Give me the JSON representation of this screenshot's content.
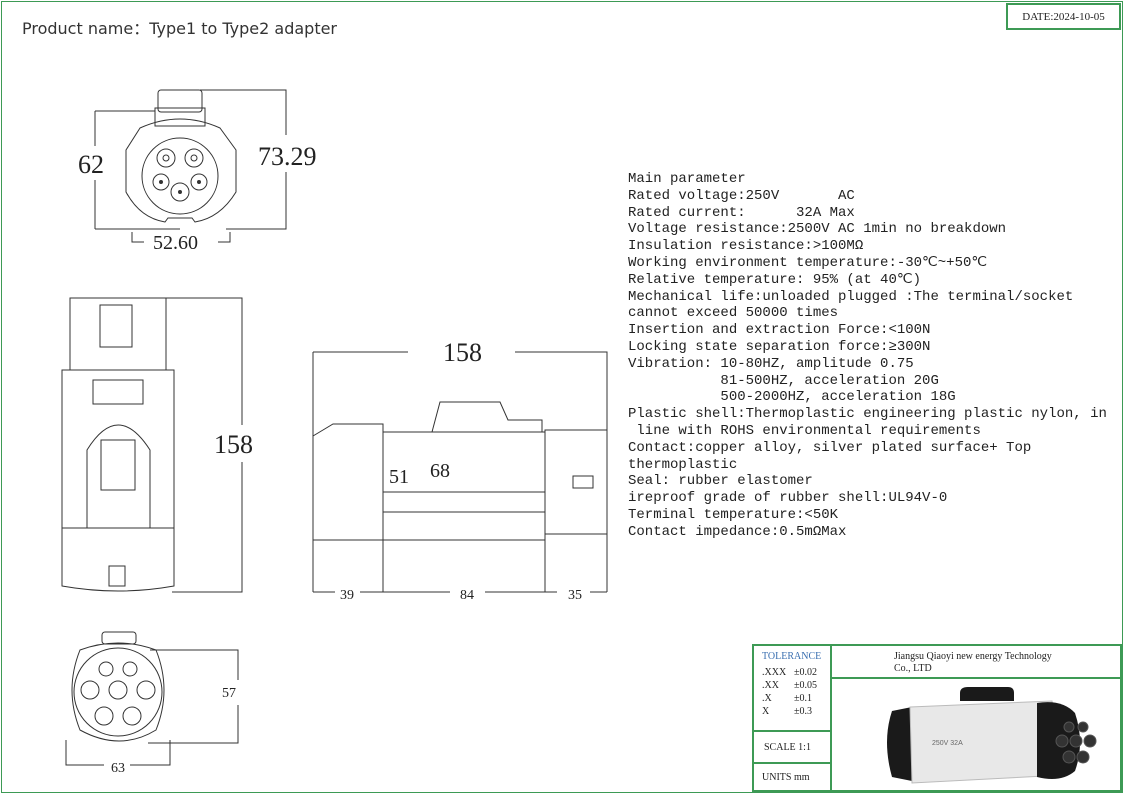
{
  "header": {
    "title": "Product name：Type1 to Type2 adapter",
    "date": "DATE:2024-10-05"
  },
  "dimensions": {
    "front_height": "62",
    "front_total_height": "73.29",
    "front_width": "52.60",
    "side_length": "158",
    "top_length": "158",
    "top_a": "51",
    "top_b": "68",
    "seg_left": "39",
    "seg_mid": "84",
    "seg_right": "35",
    "rear_height": "57",
    "rear_width": "63"
  },
  "specs": [
    "Main parameter",
    "Rated voltage:250V       AC",
    "Rated current:      32A Max",
    "Voltage resistance:2500V AC 1min no breakdown",
    "Insulation resistance:>100MΩ",
    "Working environment temperature:-30℃~+50℃",
    "Relative temperature: 95% (at 40℃)",
    "Mechanical life:unloaded plugged :The terminal/socket",
    "cannot exceed 50000 times",
    "Insertion and extraction Force:<100N",
    "Locking state separation force:≥300N",
    "Vibration: 10-80HZ, amplitude 0.75",
    "           81-500HZ, acceleration 20G",
    "           500-2000HZ, acceleration 18G",
    "Plastic shell:Thermoplastic engineering plastic nylon, in",
    " line with ROHS environmental requirements",
    "Contact:copper alloy, silver plated surface+ Top",
    "thermoplastic",
    "Seal: rubber elastomer",
    "ireproof grade of rubber shell:UL94V-0",
    "Terminal temperature:<50K",
    "Contact impedance:0.5mΩMax"
  ],
  "title_block": {
    "tolerance_label": "TOLERANCE",
    "tolerances": [
      {
        "k": ".XXX",
        "v": "±0.02"
      },
      {
        "k": ".XX",
        "v": "±0.05"
      },
      {
        "k": ".X",
        "v": "±0.1"
      },
      {
        "k": "X",
        "v": "±0.3"
      }
    ],
    "scale": "SCALE  1:1",
    "units": "UNITS  mm",
    "company_line1": "Jiangsu Qiaoyi new energy Technology",
    "company_line2": "Co., LTD",
    "product_label": "250V 32A"
  },
  "colors": {
    "frame": "#3d9a55",
    "tolerance_header": "#3a6fb0"
  }
}
